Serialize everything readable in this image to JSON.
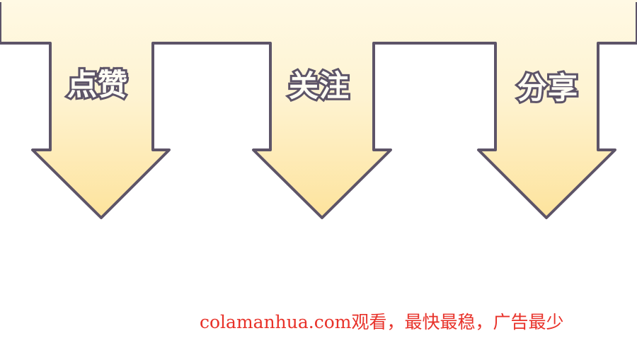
{
  "banner": {
    "colors": {
      "fill_light": "#fff9e4",
      "fill_mid": "#fef2cc",
      "fill_deep": "#fde4a0",
      "outline": "#5d5468",
      "label_fill": "#fffdf5"
    },
    "arrows": [
      {
        "label": "点赞",
        "icon": "down-arrow-icon"
      },
      {
        "label": "关注",
        "icon": "down-arrow-icon"
      },
      {
        "label": "分享",
        "icon": "down-arrow-icon"
      }
    ]
  },
  "footer": {
    "text": "colamanhua.com观看，最快最稳，广告最少",
    "color": "#e8322a"
  }
}
